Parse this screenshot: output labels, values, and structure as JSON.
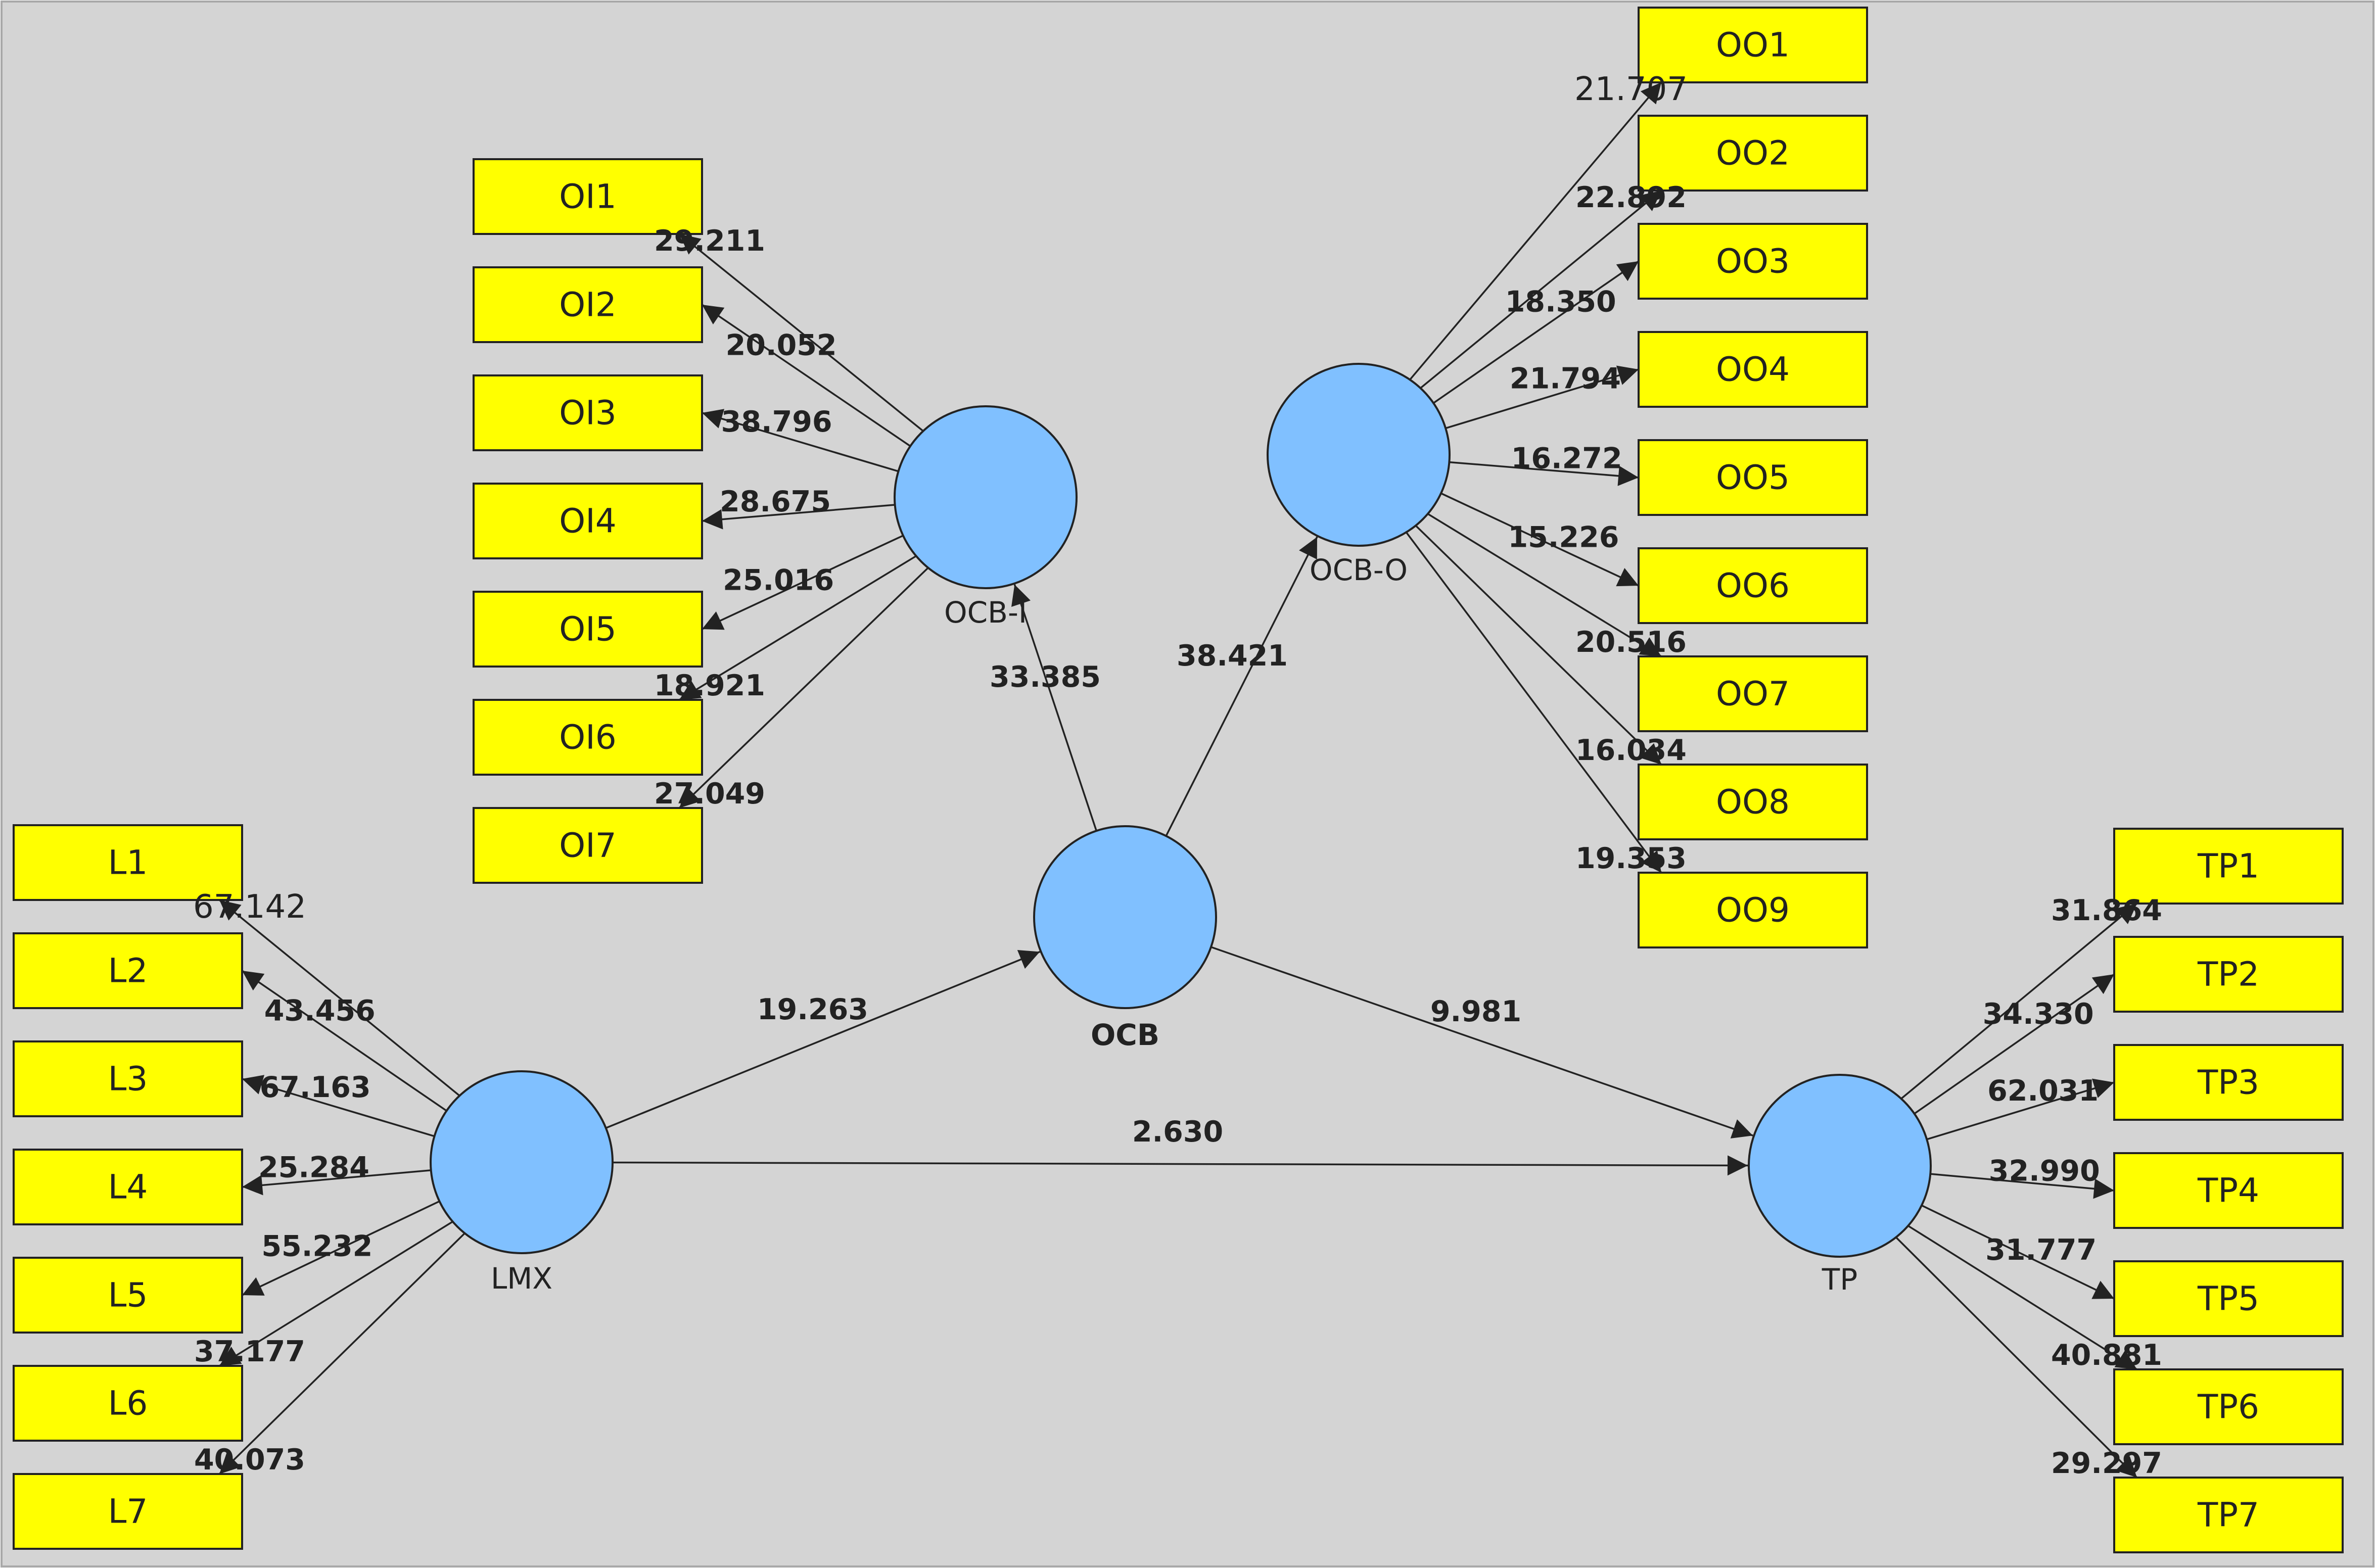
{
  "colors": {
    "background": "#d4d4d4",
    "indicator_fill": "#ffff00",
    "construct_fill": "#80c0ff",
    "stroke": "#222222"
  },
  "constructs": [
    {
      "id": "LMX",
      "label": "LMX"
    },
    {
      "id": "OCB",
      "label": "OCB"
    },
    {
      "id": "OCBI",
      "label": "OCB-I"
    },
    {
      "id": "OCBO",
      "label": "OCB-O"
    },
    {
      "id": "TP",
      "label": "TP"
    }
  ],
  "paths": [
    {
      "from": "LMX",
      "to": "OCB",
      "value": "19.263"
    },
    {
      "from": "LMX",
      "to": "TP",
      "value": "2.630"
    },
    {
      "from": "OCB",
      "to": "TP",
      "value": "9.981"
    },
    {
      "from": "OCB",
      "to": "OCBI",
      "value": "33.385"
    },
    {
      "from": "OCB",
      "to": "OCBO",
      "value": "38.421"
    }
  ],
  "indicators": {
    "OCBI": [
      {
        "label": "OI1",
        "value": "29.211"
      },
      {
        "label": "OI2",
        "value": "20.052"
      },
      {
        "label": "OI3",
        "value": "38.796"
      },
      {
        "label": "OI4",
        "value": "28.675"
      },
      {
        "label": "OI5",
        "value": "25.016"
      },
      {
        "label": "OI6",
        "value": "18.921"
      },
      {
        "label": "OI7",
        "value": "27.049"
      }
    ],
    "OCBO": [
      {
        "label": "OO1",
        "value": "21.707"
      },
      {
        "label": "OO2",
        "value": "22.892"
      },
      {
        "label": "OO3",
        "value": "18.350"
      },
      {
        "label": "OO4",
        "value": "21.794"
      },
      {
        "label": "OO5",
        "value": "16.272"
      },
      {
        "label": "OO6",
        "value": "15.226"
      },
      {
        "label": "OO7",
        "value": "20.516"
      },
      {
        "label": "OO8",
        "value": "16.034"
      },
      {
        "label": "OO9",
        "value": "19.353"
      }
    ],
    "LMX": [
      {
        "label": "L1",
        "value": "67.142"
      },
      {
        "label": "L2",
        "value": "43.456"
      },
      {
        "label": "L3",
        "value": "67.163"
      },
      {
        "label": "L4",
        "value": "25.284"
      },
      {
        "label": "L5",
        "value": "55.232"
      },
      {
        "label": "L6",
        "value": "37.177"
      },
      {
        "label": "L7",
        "value": "40.073"
      }
    ],
    "TP": [
      {
        "label": "TP1",
        "value": "31.864"
      },
      {
        "label": "TP2",
        "value": "34.330"
      },
      {
        "label": "TP3",
        "value": "62.031"
      },
      {
        "label": "TP4",
        "value": "32.990"
      },
      {
        "label": "TP5",
        "value": "31.777"
      },
      {
        "label": "TP6",
        "value": "40.881"
      },
      {
        "label": "TP7",
        "value": "29.297"
      }
    ]
  }
}
